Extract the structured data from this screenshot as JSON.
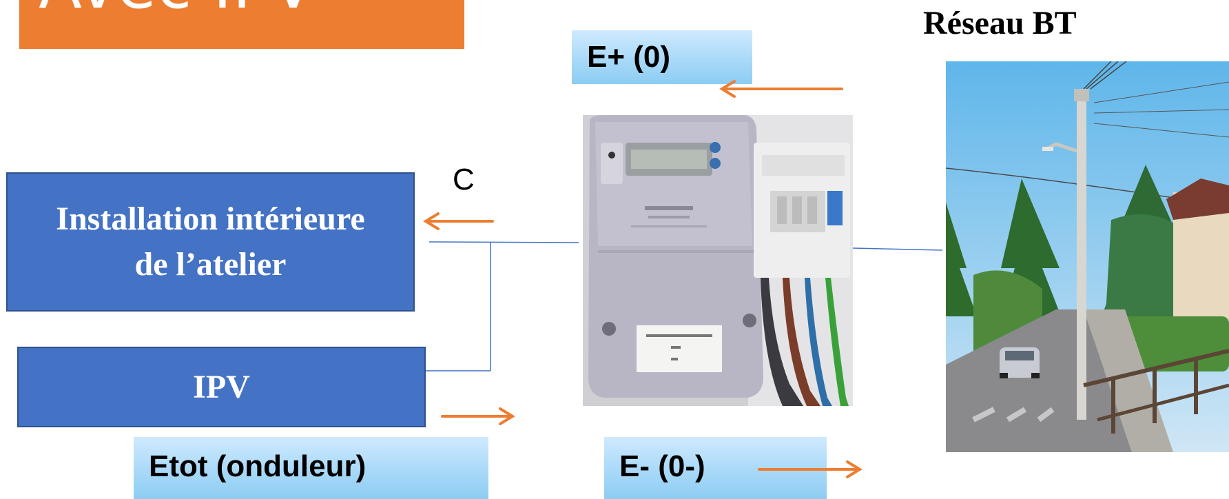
{
  "title": {
    "text": "Avec IPV"
  },
  "boxes": {
    "installation_line1": "Installation intérieure",
    "installation_line2": "de l’atelier",
    "ipv": "IPV"
  },
  "labels": {
    "e_plus": "E+ (0)",
    "e_minus": "E- (0-)",
    "etot": "Etot (onduleur)",
    "reseau": "Réseau BT",
    "c": "C"
  },
  "colors": {
    "title_bg": "#ED7D31",
    "box_fill": "#4472C4",
    "box_border": "#2F528F",
    "arrow": "#ED7D31",
    "wire": "#4472C4"
  },
  "icons": {
    "meter_photo": "electricity-meter-photo",
    "street_photo": "street-pole-photo"
  }
}
